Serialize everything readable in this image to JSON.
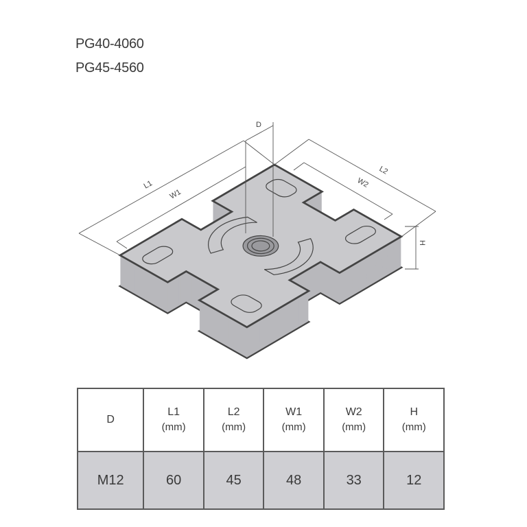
{
  "titles": [
    "PG40-4060",
    "PG45-4560"
  ],
  "drawing": {
    "labels": {
      "d": "D",
      "l1": "L1",
      "w1": "W1",
      "l2": "L2",
      "w2": "W2",
      "h": "H"
    },
    "colors": {
      "fill": "#c9c9cc",
      "side": "#b8b8bc",
      "line": "#444444"
    }
  },
  "table": {
    "headers": [
      {
        "name": "D",
        "unit": ""
      },
      {
        "name": "L1",
        "unit": "(mm)"
      },
      {
        "name": "L2",
        "unit": "(mm)"
      },
      {
        "name": "W1",
        "unit": "(mm)"
      },
      {
        "name": "W2",
        "unit": "(mm)"
      },
      {
        "name": "H",
        "unit": "(mm)"
      }
    ],
    "rows": [
      [
        "M12",
        "60",
        "45",
        "48",
        "33",
        "12"
      ]
    ]
  }
}
